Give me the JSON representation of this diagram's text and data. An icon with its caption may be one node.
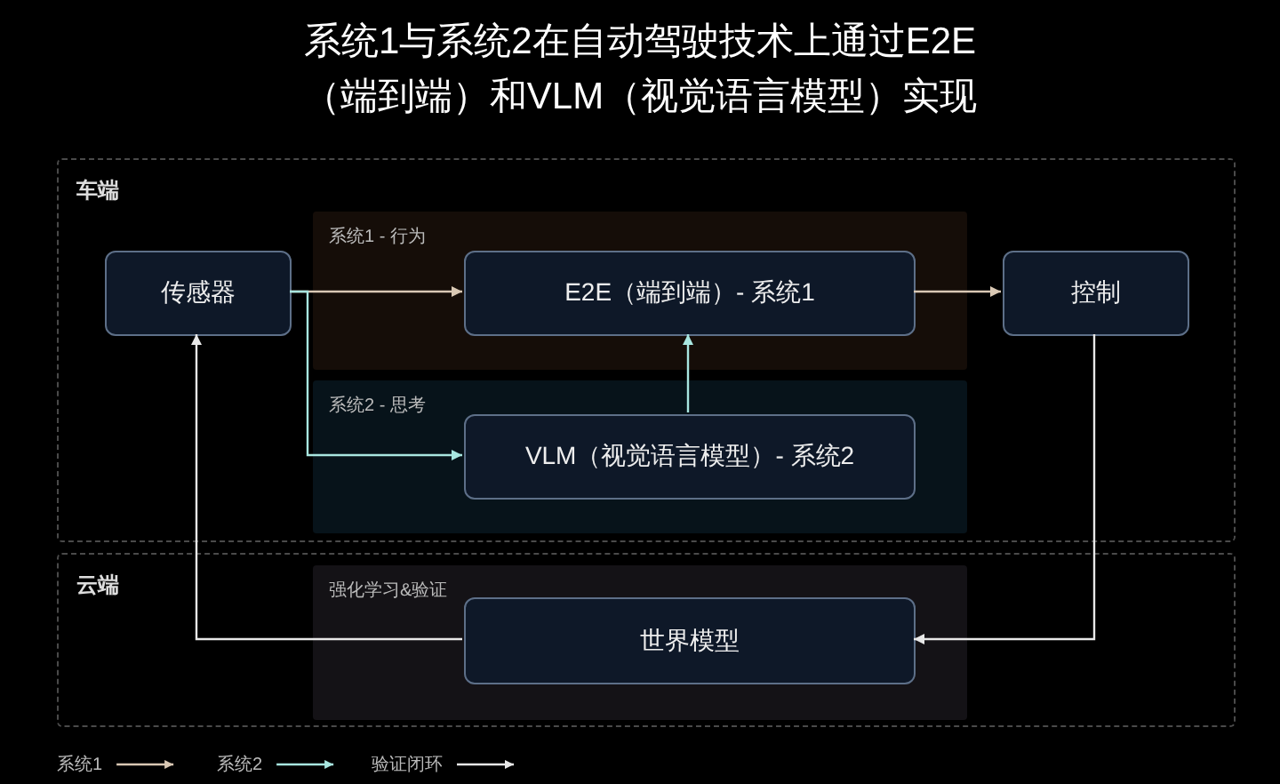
{
  "diagram": {
    "title": "系统1与系统2在自动驾驶技术上通过E2E（端到端）和VLM（视觉语言模型）实现",
    "nodes": [
      {
        "text": [
          "车端"
        ]
      },
      {
        "text": [
          "系统1 - 行为"
        ],
        "in": 0
      },
      {
        "text": [
          "系统2 - 思考"
        ],
        "in": 0
      },
      {
        "text": [
          "传感器"
        ],
        "in": 0
      },
      {
        "text": [
          "E2E（端到端）- 系统1"
        ],
        "in": 1
      },
      {
        "text": [
          "控制"
        ],
        "in": 0
      },
      {
        "text": [
          "VLM（视觉语言模型）- 系统2"
        ],
        "in": 2
      },
      {
        "text": [
          "云端"
        ]
      },
      {
        "text": [
          "强化学习&验证"
        ],
        "in": 7
      },
      {
        "text": [
          "世界模型"
        ],
        "in": 8
      }
    ],
    "edges": [
      {
        "from": 3,
        "to": 4,
        "arrow": "to",
        "color": "#d9c8b4"
      },
      {
        "from": 3,
        "to": 6,
        "arrow": "to",
        "color": "#a8e6e0"
      },
      {
        "from": 6,
        "to": 4,
        "arrow": "to",
        "color": "#a8e6e0"
      },
      {
        "from": 4,
        "to": 5,
        "arrow": "to",
        "color": "#d9c8b4"
      },
      {
        "from": 5,
        "to": 9,
        "arrow": "to"
      },
      {
        "from": 9,
        "to": 3,
        "arrow": "to"
      }
    ],
    "legend": [
      {
        "text": "系统1"
      },
      {
        "text": "系统2"
      },
      {
        "text": "验证闭环"
      }
    ]
  }
}
